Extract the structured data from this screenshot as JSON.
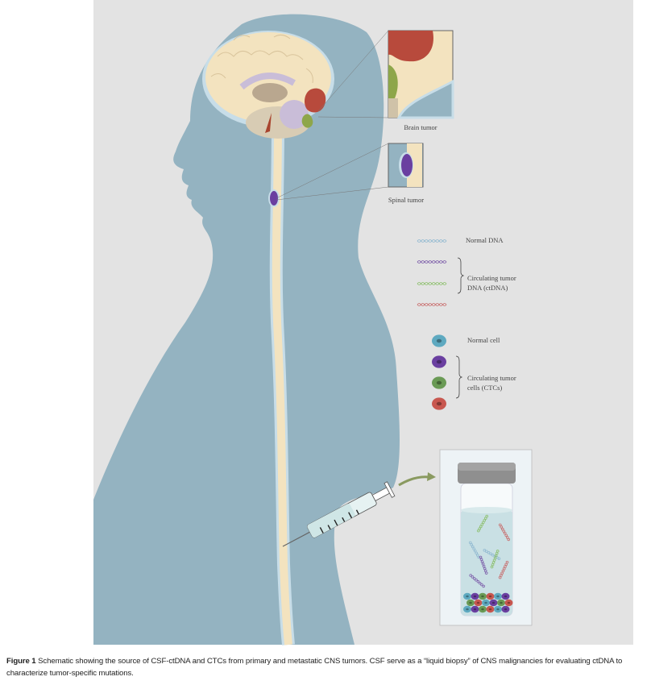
{
  "figure": {
    "inset_labels": {
      "brain": "Brain tumor",
      "spinal": "Spinal tumor"
    },
    "legend": {
      "dna": [
        {
          "label": "Normal DNA",
          "color": "#8fb8d0"
        },
        {
          "color": "#7a5aa8"
        },
        {
          "color": "#8bbf6a"
        },
        {
          "color": "#c86a6a"
        }
      ],
      "ctdna_label_1": "Circulating tumor",
      "ctdna_label_2": "DNA (ctDNA)",
      "cells": [
        {
          "label": "Normal cell",
          "color": "#5ea9c0"
        },
        {
          "color": "#6a3fa0"
        },
        {
          "color": "#6a9a55"
        },
        {
          "color": "#c8574f"
        }
      ],
      "ctc_label_1": "Circulating tumor",
      "ctc_label_2": "cells (CTCs)"
    },
    "colors": {
      "background": "#e3e3e3",
      "body": "#94b3c1",
      "brain": "#f3e3bf",
      "tumor_red": "#b84a3c",
      "tumor_green": "#8ea64a",
      "tumor_purple": "#6a3fa0"
    }
  },
  "caption": {
    "label": "Figure 1",
    "text": " Schematic showing the source of CSF-ctDNA and CTCs from primary and metastatic CNS tumors. CSF serve as a “liquid biopsy” of CNS malignancies for evaluating ctDNA to characterize tumor-specific mutations."
  }
}
